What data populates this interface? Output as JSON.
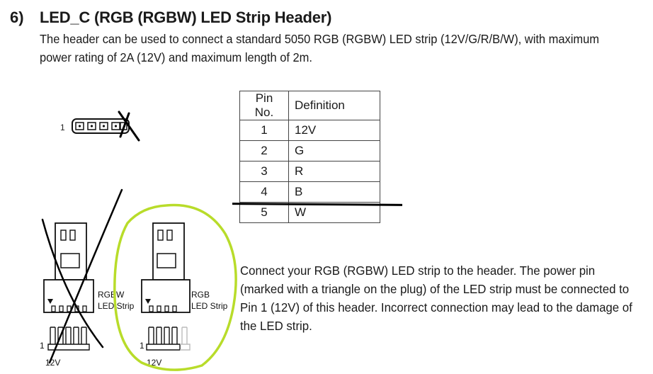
{
  "section": {
    "number": "6)",
    "title": "LED_C (RGB (RGBW) LED Strip Header)",
    "intro": "The header can be used to connect a standard 5050 RGB (RGBW) LED strip (12V/G/R/B/W), with maximum power rating of 2A (12V) and maximum length of 2m."
  },
  "header_diagram": {
    "pin1_label": "1"
  },
  "pin_table": {
    "headers": [
      "Pin No.",
      "Definition"
    ],
    "rows": [
      {
        "pin": "1",
        "def": "12V"
      },
      {
        "pin": "2",
        "def": "G"
      },
      {
        "pin": "3",
        "def": "R"
      },
      {
        "pin": "4",
        "def": "B"
      },
      {
        "pin": "5",
        "def": "W"
      }
    ]
  },
  "left_figure": {
    "strip_label_1": "RGBW",
    "strip_label_2": "LED Strip",
    "pin1_label": "1",
    "voltage_label": "12V"
  },
  "right_figure": {
    "strip_label_1": "RGB",
    "strip_label_2": "LED Strip",
    "pin1_label": "1",
    "voltage_label": "12V"
  },
  "connect_text": "Connect your RGB (RGBW) LED strip to the header. The power pin (marked with a triangle on the plug) of the LED strip must be connected to Pin 1 (12V) of this header. Incorrect connection may lead to the damage of the LED strip.",
  "colors": {
    "highlight": "#b8dc2a",
    "ink": "#000000"
  }
}
